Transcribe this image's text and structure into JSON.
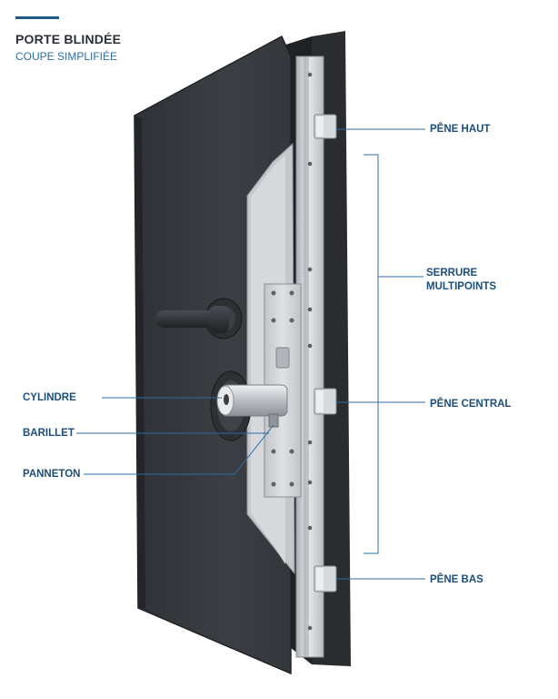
{
  "header": {
    "title": "PORTE BLINDÉE",
    "subtitle": "COUPE SIMPLIFIÉE"
  },
  "labels": {
    "pene_haut": "PÊNE HAUT",
    "serrure_line1": "SERRURE",
    "serrure_line2": "MULTIPOINTS",
    "pene_central": "PÊNE CENTRAL",
    "pene_bas": "PÊNE BAS",
    "cylindre": "CYLINDRE",
    "barillet": "BARILLET",
    "panneton": "PANNETON"
  },
  "colors": {
    "accent": "#1e5a8a",
    "label_text": "#1c4e7c",
    "leader": "#2d6ea3",
    "door_face": "#3a3d41",
    "door_edge": "#26282b",
    "steel": "#c9ccd0"
  }
}
